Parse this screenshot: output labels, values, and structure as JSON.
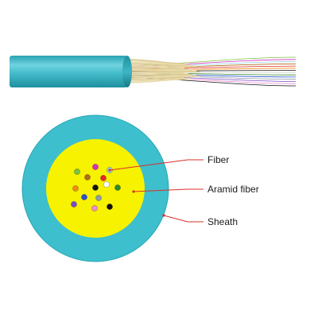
{
  "labels": {
    "fiber": "Fiber",
    "aramid": "Aramid fiber",
    "sheath": "Sheath"
  },
  "colors": {
    "sheath": "#3dbfcd",
    "sheath_dark": "#1f97a5",
    "aramid": "#f7f200",
    "aramid_yarn": "#e8d9a8",
    "leader_line": "#d9302a"
  },
  "fibers": [
    {
      "name": "fiber-green",
      "color": "#7cc242"
    },
    {
      "name": "fiber-magenta",
      "color": "#d62ec0"
    },
    {
      "name": "fiber-aqua",
      "color": "#8fd4e6"
    },
    {
      "name": "fiber-brown",
      "color": "#b36a1c"
    },
    {
      "name": "fiber-red",
      "color": "#e42a2a"
    },
    {
      "name": "fiber-orange",
      "color": "#f28c1a"
    },
    {
      "name": "fiber-black",
      "color": "#111111"
    },
    {
      "name": "fiber-white",
      "color": "#ffffff"
    },
    {
      "name": "fiber-dark-green",
      "color": "#2d8a2d"
    },
    {
      "name": "fiber-blue",
      "color": "#2a4fd0"
    },
    {
      "name": "fiber-slate",
      "color": "#8c9aa8"
    },
    {
      "name": "fiber-violet",
      "color": "#7a4bc9"
    },
    {
      "name": "fiber-pink",
      "color": "#f08ccf"
    },
    {
      "name": "fiber-black-2",
      "color": "#111111"
    }
  ]
}
